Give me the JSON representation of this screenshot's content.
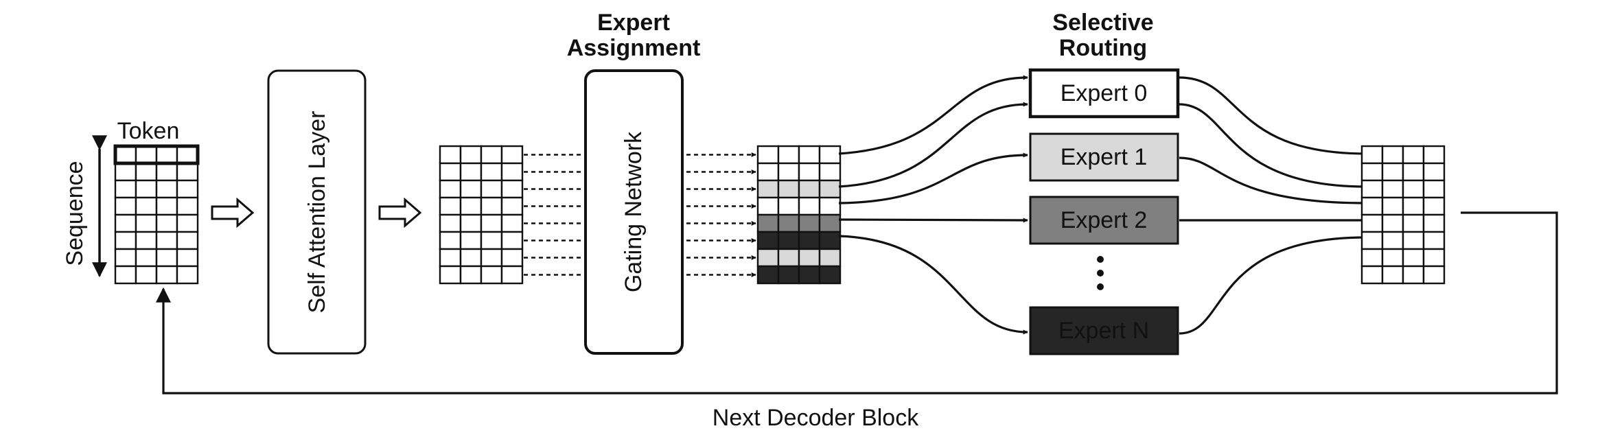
{
  "labels": {
    "token": "Token",
    "sequence": "Sequence",
    "self_attention": "Self Attention Layer",
    "expert_assignment_line1": "Expert",
    "expert_assignment_line2": "Assignment",
    "gating_network": "Gating Network",
    "selective_routing_line1": "Selective",
    "selective_routing_line2": "Routing",
    "next_decoder_block": "Next Decoder Block"
  },
  "experts": [
    {
      "label": "Expert 0",
      "fill": "#ffffff",
      "text_color": "#111111",
      "bold_border": true
    },
    {
      "label": "Expert 1",
      "fill": "#d9d9d9",
      "text_color": "#111111",
      "bold_border": false
    },
    {
      "label": "Expert 2",
      "fill": "#808080",
      "text_color": "#ffffff",
      "bold_border": false
    },
    {
      "label": "Expert N",
      "fill": "#262626",
      "text_color": "#ffffff",
      "bold_border": false
    }
  ],
  "colors": {
    "line": "#111111",
    "expert0": "#ffffff",
    "expert1": "#d9d9d9",
    "expert2": "#808080",
    "expertN": "#262626"
  },
  "grids": {
    "columns": 4,
    "rows": 8,
    "assignment_row_fills": [
      "#ffffff",
      "#ffffff",
      "#d9d9d9",
      "#ffffff",
      "#808080",
      "#262626",
      "#d9d9d9",
      "#262626"
    ]
  }
}
